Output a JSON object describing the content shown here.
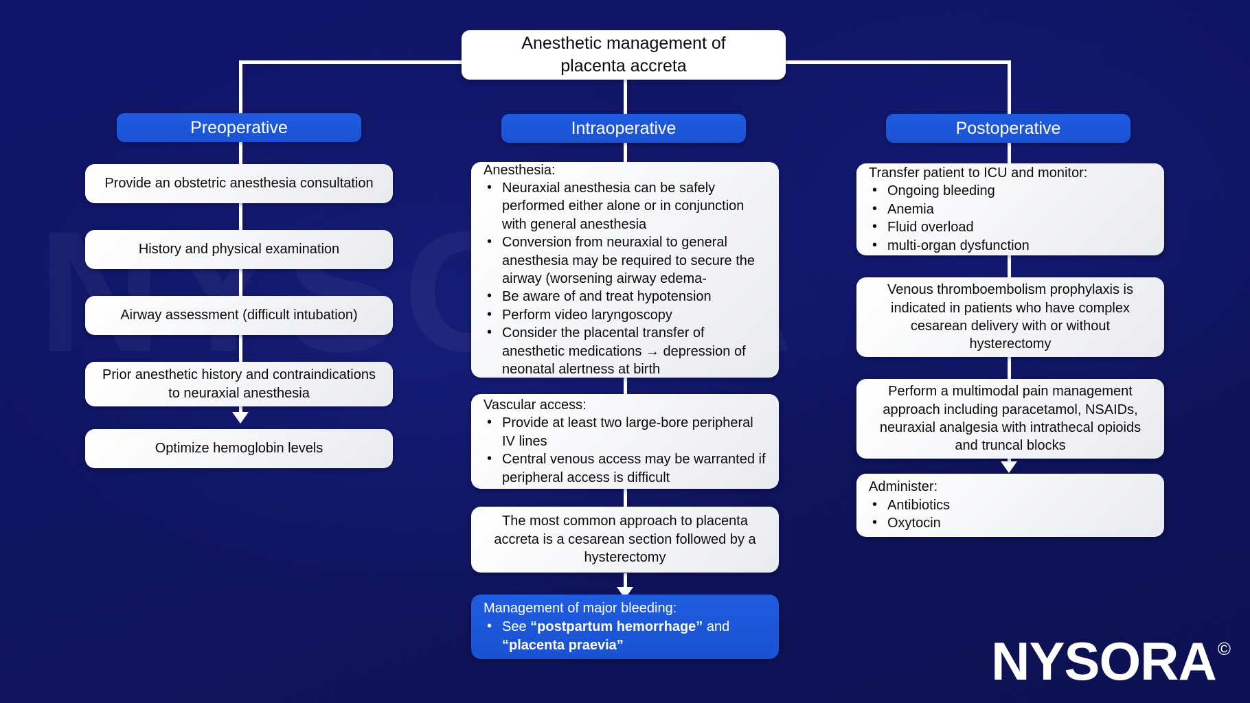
{
  "title": {
    "line1": "Anesthetic management of",
    "line2": "placenta accreta"
  },
  "colors": {
    "background": "#101468",
    "accent_blue": "#1a52d2",
    "node_white": "#ffffff",
    "connector": "#ffffff"
  },
  "watermark": "NYSORA",
  "logo": {
    "word": "NYSORA",
    "copyright": "©"
  },
  "columns": [
    {
      "id": "preoperative",
      "header": "Preoperative",
      "nodes": [
        {
          "id": "preop-1",
          "text": "Provide an obstetric anesthesia consultation"
        },
        {
          "id": "preop-2",
          "text": "History and physical examination"
        },
        {
          "id": "preop-3",
          "text": "Airway assessment (difficult intubation)"
        },
        {
          "id": "preop-4",
          "text": "Prior anesthetic history and contraindications to neuraxial anesthesia"
        },
        {
          "id": "preop-5",
          "text": "Optimize hemoglobin levels"
        }
      ]
    },
    {
      "id": "intraoperative",
      "header": "Intraoperative",
      "nodes": [
        {
          "id": "intra-anesthesia",
          "lead": "Anesthesia:",
          "bullets": [
            "Neuraxial anesthesia can be safely performed either alone or in conjunction with general anesthesia",
            "Conversion from neuraxial to general anesthesia may be required to secure the airway (worsening airway edema-",
            "Be aware of and treat hypotension",
            "Perform video laryngoscopy",
            "Consider the placental transfer of anesthetic medications → depression of neonatal alertness at birth"
          ]
        },
        {
          "id": "intra-vascular",
          "lead": "Vascular access:",
          "bullets": [
            "Provide at least two large-bore peripheral IV lines",
            "Central venous access may be warranted if peripheral access is difficult"
          ]
        },
        {
          "id": "intra-approach",
          "text": "The most common approach to placenta accreta is a cesarean section followed by a hysterectomy"
        },
        {
          "id": "intra-bleeding",
          "style": "blue",
          "lead": "Management of major bleeding:",
          "bullets_rich": [
            {
              "parts": [
                {
                  "text": "See ",
                  "bold": false
                },
                {
                  "text": "“postpartum hemorrhage”",
                  "bold": true
                },
                {
                  "text": " and ",
                  "bold": false
                },
                {
                  "text": "“placenta praevia”",
                  "bold": true
                }
              ]
            }
          ]
        }
      ]
    },
    {
      "id": "postoperative",
      "header": "Postoperative",
      "nodes": [
        {
          "id": "postop-icu",
          "lead": "Transfer patient to ICU and monitor:",
          "bullets": [
            "Ongoing bleeding",
            "Anemia",
            "Fluid overload",
            "multi-organ dysfunction"
          ]
        },
        {
          "id": "postop-vte",
          "text": "Venous thromboembolism prophylaxis is indicated in patients who have complex cesarean delivery with or without hysterectomy"
        },
        {
          "id": "postop-pain",
          "text": "Perform a multimodal pain management approach including paracetamol, NSAIDs, neuraxial analgesia with intrathecal opioids and truncal blocks"
        },
        {
          "id": "postop-administer",
          "lead": "Administer:",
          "bullets": [
            "Antibiotics",
            "Oxytocin"
          ]
        }
      ]
    }
  ]
}
